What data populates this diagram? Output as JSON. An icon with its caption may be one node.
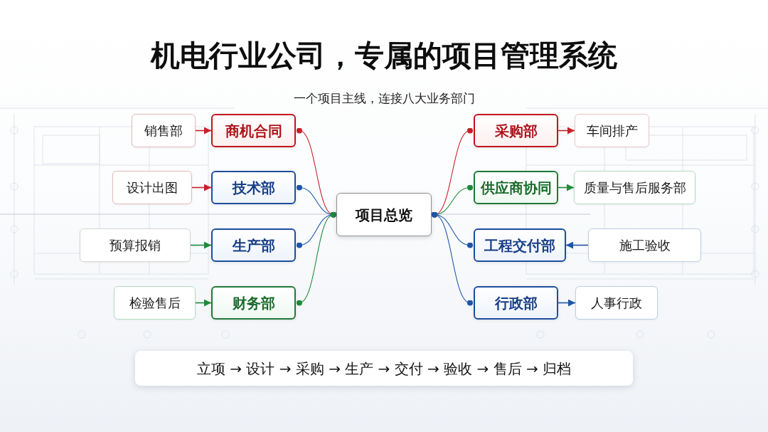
{
  "diagram": {
    "title": "机电行业公司，专属的项目管理系统",
    "nodes": [
      {
        "text": [
          "销售部"
        ]
      },
      {
        "text": [
          "商机合同"
        ]
      },
      {
        "text": [
          "采购部"
        ]
      },
      {
        "text": [
          "车间排产"
        ]
      },
      {
        "text": [
          "设计出图"
        ]
      },
      {
        "text": [
          "技术部"
        ]
      },
      {
        "text": [
          "供应商协同"
        ]
      },
      {
        "text": [
          "质量与售后服务部"
        ]
      },
      {
        "text": [
          "项目总览"
        ]
      },
      {
        "text": [
          "预算报销"
        ]
      },
      {
        "text": [
          "生产部"
        ]
      },
      {
        "text": [
          "工程交付部"
        ]
      },
      {
        "text": [
          "施工验收"
        ]
      },
      {
        "text": [
          "检验售后"
        ]
      },
      {
        "text": [
          "财务部"
        ]
      },
      {
        "text": [
          "行政部"
        ]
      },
      {
        "text": [
          "人事行政"
        ]
      },
      {
        "text": [
          "立项 → 设计 → 采购 → 生产 → 交付 → 验收 → 售后 → 归档"
        ]
      }
    ],
    "edges": [
      {
        "from": 0,
        "to": 1,
        "arrow": "to",
        "color": "#c8202a"
      },
      {
        "from": 4,
        "to": 5,
        "arrow": "to",
        "color": "#c8202a"
      },
      {
        "from": 9,
        "to": 10,
        "arrow": "to",
        "color": "#1f8a3c"
      },
      {
        "from": 13,
        "to": 14,
        "arrow": "to",
        "color": "#1f8a3c"
      },
      {
        "from": 2,
        "to": 3,
        "arrow": "to",
        "color": "#c8202a"
      },
      {
        "from": 6,
        "to": 7,
        "arrow": "to",
        "color": "#1f8a3c"
      },
      {
        "from": 12,
        "to": 11,
        "arrow": "to"
      },
      {
        "from": 15,
        "to": 16,
        "arrow": "to"
      },
      {
        "from": 8,
        "to": 1,
        "arrow": "other",
        "color": "#c8202a"
      },
      {
        "from": 8,
        "to": 5,
        "arrow": "other"
      },
      {
        "from": 8,
        "to": 10,
        "arrow": "other"
      },
      {
        "from": 8,
        "to": 14,
        "arrow": "other",
        "color": "#1f8a3c"
      },
      {
        "from": 8,
        "to": 2,
        "arrow": "other",
        "color": "#c8202a"
      },
      {
        "from": 8,
        "to": 6,
        "arrow": "other",
        "color": "#1f8a3c"
      },
      {
        "from": 8,
        "to": 11,
        "arrow": "other"
      },
      {
        "from": 8,
        "to": 15,
        "arrow": "other"
      }
    ],
    "labels": [
      "一个项目主线，连接八大业务部门"
    ]
  }
}
